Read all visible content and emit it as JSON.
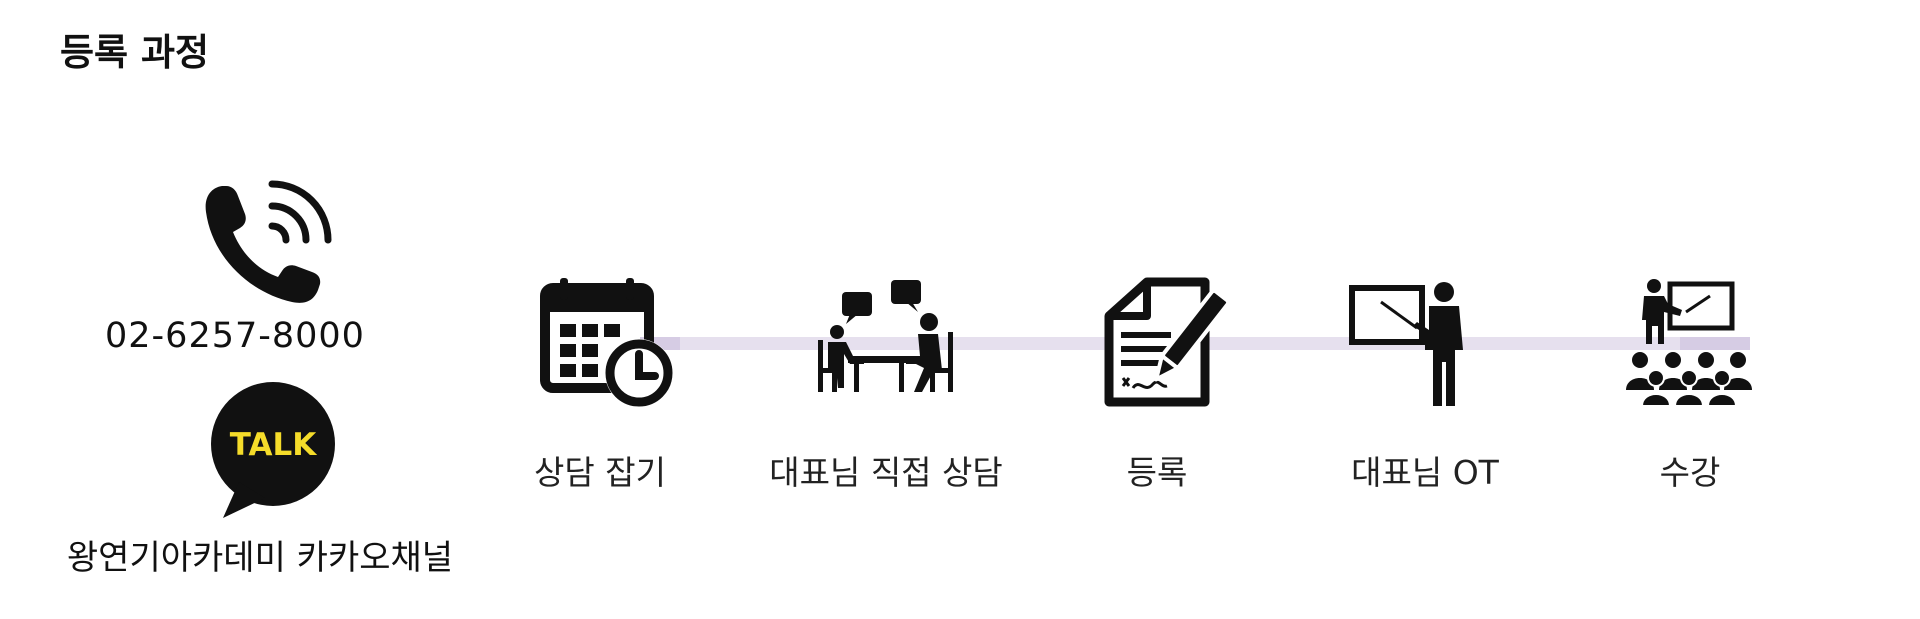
{
  "page": {
    "title": "등록 과정"
  },
  "contact": {
    "phone_icon": "phone-ringing-icon",
    "phone_number": "02-6257-8000",
    "kakao_icon": "kakao-talk-icon",
    "kakao_badge_text": "TALK",
    "kakao_label": "왕연기아카데미 카카오채널"
  },
  "steps": [
    {
      "label": "상담 잡기",
      "icon": "calendar-clock-icon"
    },
    {
      "label": "대표님 직접 상담",
      "icon": "consultation-meeting-icon"
    },
    {
      "label": "등록",
      "icon": "document-signing-icon"
    },
    {
      "label": "대표님 OT",
      "icon": "presenter-board-icon"
    },
    {
      "label": "수강",
      "icon": "classroom-audience-icon"
    }
  ],
  "colors": {
    "text": "#111111",
    "timeline": "#e6e0ee",
    "timeline_accent": "#d6cce4",
    "kakao_yellow": "#f5dc2a",
    "icon": "#111111"
  }
}
